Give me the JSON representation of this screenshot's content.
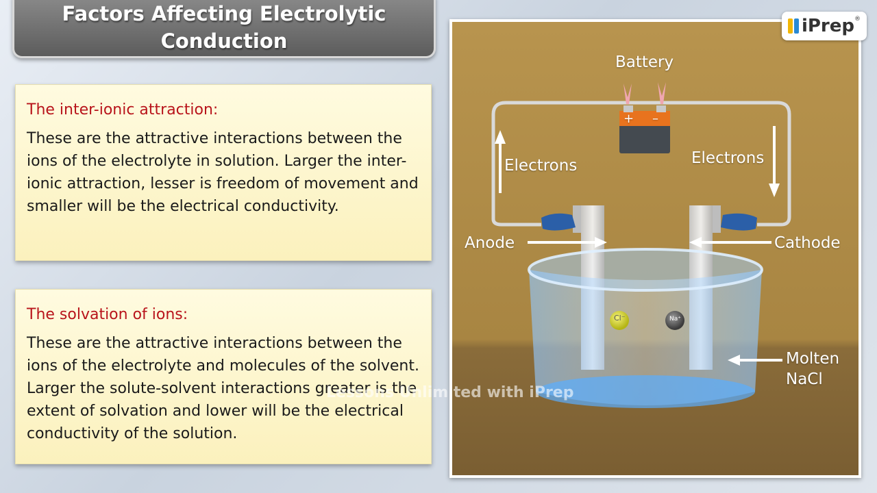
{
  "title": "Factors Affecting Electrolytic Conduction",
  "sections": [
    {
      "heading": "The inter-ionic attraction:",
      "body": "These are the attractive interactions between the ions of the electrolyte in solution. Larger the inter-ionic attraction, lesser is freedom of movement and smaller will be the electrical conductivity."
    },
    {
      "heading": "The solvation of ions:",
      "body": "These are the attractive interactions between the ions of the electrolyte and molecules of the solvent. Larger the solute-solvent interactions greater is the extent of solvation and lower will be the electrical conductivity of the solution."
    }
  ],
  "diagram": {
    "battery_label": "Battery",
    "plus": "+",
    "minus": "–",
    "electrons_left": "Electrons",
    "electrons_right": "Electrons",
    "anode": "Anode",
    "cathode": "Cathode",
    "molten_line1": "Molten",
    "molten_line2": "NaCl",
    "ion_cl": "Cl⁻",
    "ion_na": "Na⁺",
    "background_color": "#b8944e"
  },
  "logo": {
    "text": "iPrep",
    "reg": "®",
    "colors": [
      "#f2b705",
      "#2a8ad4",
      "#2a8ad4"
    ]
  },
  "watermark": "Lessons Unlimited with iPrep"
}
